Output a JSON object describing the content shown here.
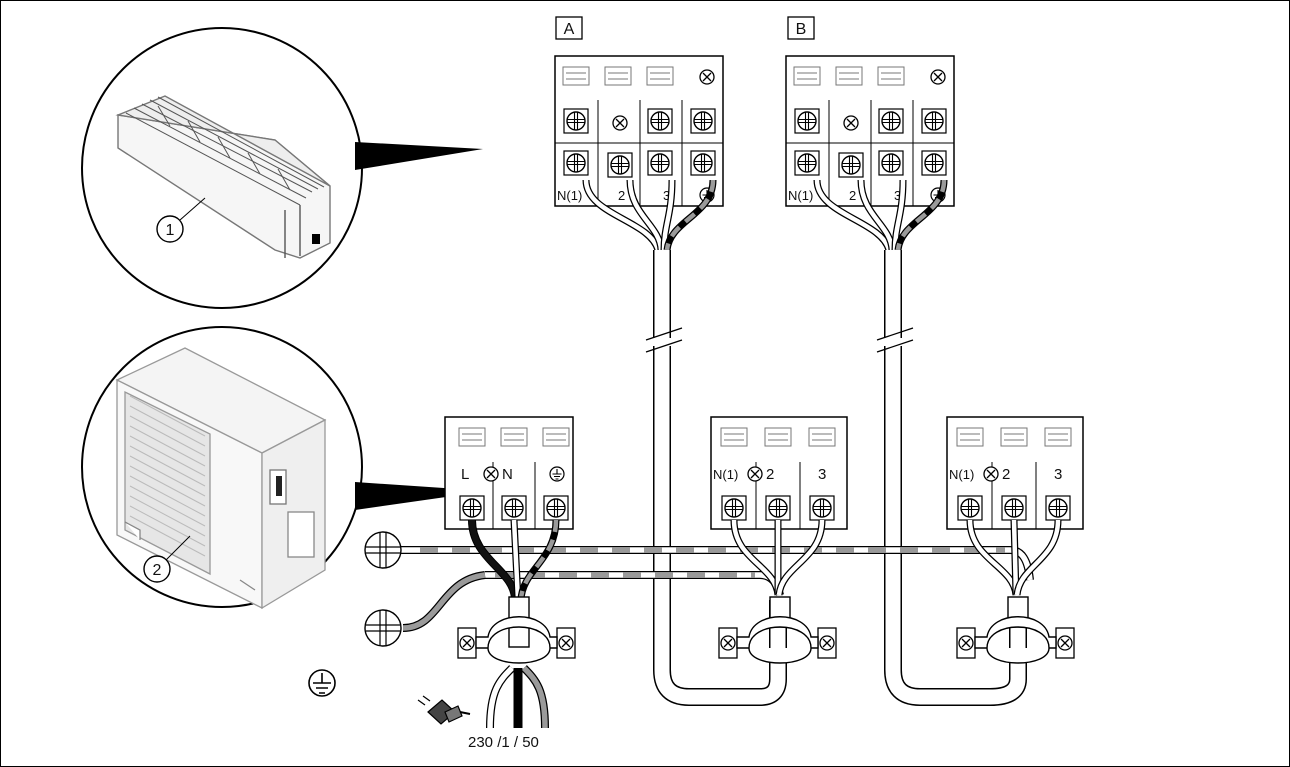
{
  "callouts": {
    "indoor_unit": "1",
    "outdoor_unit": "2"
  },
  "boxes": {
    "a": "A",
    "b": "B"
  },
  "indoor_terminal": {
    "n1": "N(1)",
    "t2": "2",
    "t3": "3"
  },
  "outdoor_terminal": {
    "l": "L",
    "n": "N"
  },
  "junction_terminal": {
    "n1": "N(1)",
    "t2": "2",
    "t3": "3"
  },
  "power_supply": "230 /1 / 50",
  "colors": {
    "line": "#000000",
    "wire_gray": "#9a9a9a",
    "wire_black": "#111111",
    "unit_gray": "#cfcfcf",
    "block_fill": "#ffffff"
  },
  "icons": [
    "earth-ground-icon",
    "cross-screw-icon",
    "mains-plug-icon",
    "indoor-unit-icon",
    "outdoor-unit-icon"
  ]
}
